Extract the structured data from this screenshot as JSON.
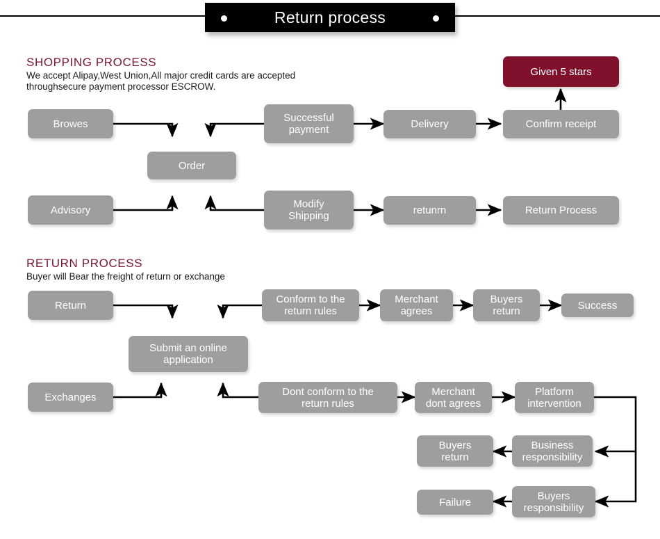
{
  "banner": {
    "title": "Return process",
    "dot_left": "dot",
    "dot_right": "dot"
  },
  "sections": {
    "shopping": {
      "heading": "SHOPPING PROCESS",
      "note": "We accept Alipay,West Union,All major credit cards are accepted\nthroughsecure payment processor ESCROW."
    },
    "returns": {
      "heading": "RETURN PROCESS",
      "note": "Buyer will Bear the freight of return or exchange"
    }
  },
  "colors": {
    "node_gray": "#9e9e9e",
    "node_accent": "#80102C",
    "heading": "#7B1536",
    "banner_bg": "#000000",
    "text_on_node": "#ffffff",
    "connector": "#000000"
  },
  "nodes": {
    "browes": "Browes",
    "order": "Order",
    "advisory": "Advisory",
    "successful_payment": "Successful\npayment",
    "modify_shipping": "Modify\nShipping",
    "delivery": "Delivery",
    "returnr": "retunrn",
    "confirm_receipt": "Confirm receipt",
    "return_process": "Return Process",
    "given_5_stars": "Given 5 stars",
    "return": "Return",
    "submit_online_application": "Submit an online\napplication",
    "exchanges": "Exchanges",
    "conform_rules": "Conform to the\nreturn rules",
    "dont_conform_rules": "Dont conform to the\nreturn rules",
    "merchant_agrees": "Merchant\nagrees",
    "merchant_dont_agrees": "Merchant\ndont agrees",
    "buyers_return_top": "Buyers\nreturn",
    "success": "Success",
    "platform_intervention": "Platform\nintervention",
    "business_responsibility": "Business\nresponsibility",
    "buyers_return_mid": "Buyers\nreturn",
    "buyers_responsibility": "Buyers\nresponsibility",
    "failure": "Failure"
  }
}
